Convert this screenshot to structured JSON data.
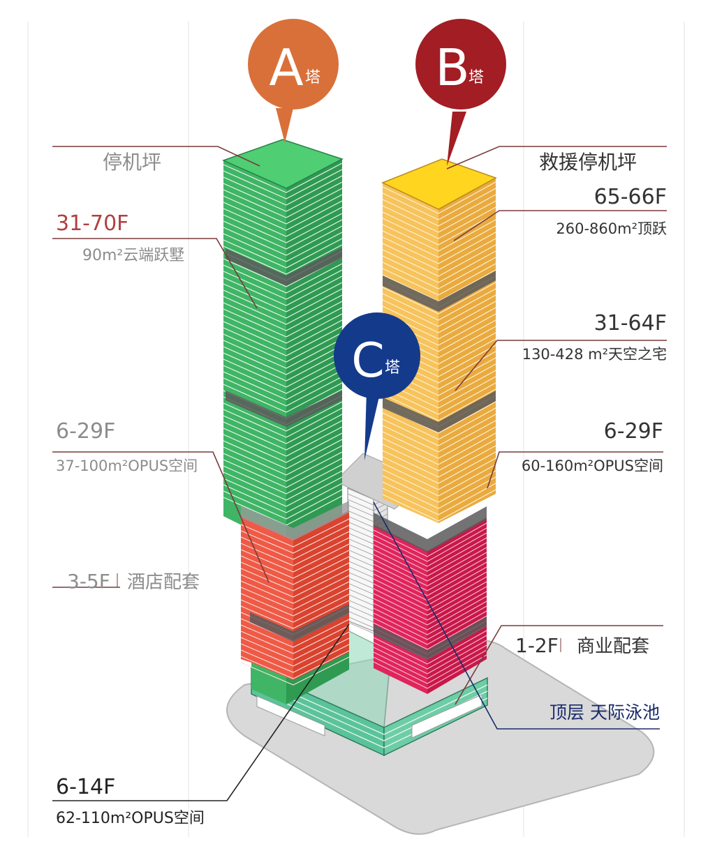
{
  "badges": {
    "a": {
      "letter": "A",
      "suffix": "塔",
      "color": "#d9703a"
    },
    "b": {
      "letter": "B",
      "suffix": "塔",
      "color": "#a31d24"
    },
    "c": {
      "letter": "C",
      "suffix": "塔",
      "color": "#143a8c"
    }
  },
  "labels": {
    "a_heliport": "停机坪",
    "a_upper_floors": "31-70F",
    "a_upper_desc": "90m²云端跃墅",
    "a_mid_floors": "6-29F",
    "a_mid_desc": "37-100m²OPUS空间",
    "a_hotel": "3-5F",
    "a_hotel_desc": "酒店配套",
    "c_floors": "6-14F",
    "c_desc": "62-110m²OPUS空间",
    "b_heliport": "救援停机坪",
    "b_top_floors": "65-66F",
    "b_top_desc": "260-860m²顶跃",
    "b_upper_floors": "31-64F",
    "b_upper_desc": "130-428 m²天空之宅",
    "b_mid_floors": "6-29F",
    "b_mid_desc": "60-160m²OPUS空间",
    "b_commercial": "1-2F",
    "b_commercial_desc": "商业配套",
    "b_pool": "顶层 天际泳池"
  },
  "colors": {
    "green": "#3fb565",
    "red": "#ef5a46",
    "yellow": "#f7c35c",
    "magenta": "#e0245c",
    "teal": "#5bc39a",
    "gray_plinth": "#d9d9d9",
    "label_line": "#7a3a3a",
    "label_gray": "#8c8c8c",
    "label_dark": "#333333",
    "label_navy": "#1a2a6b"
  }
}
